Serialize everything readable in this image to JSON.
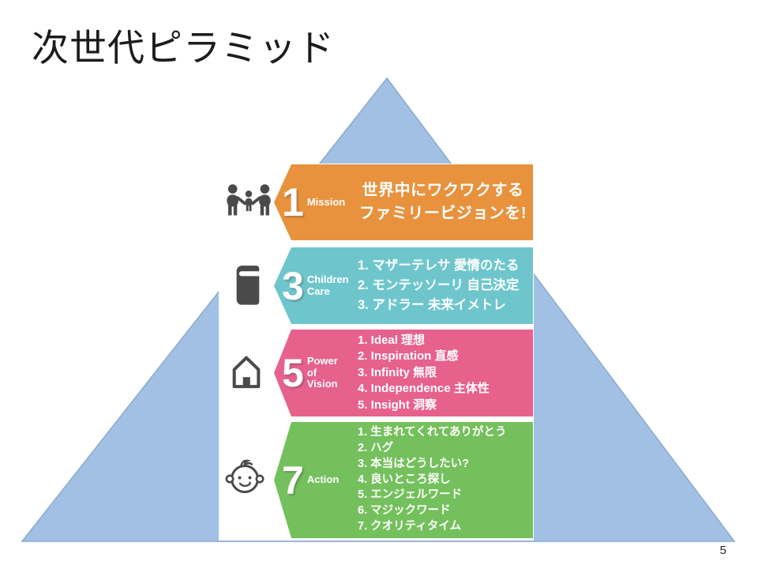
{
  "slide": {
    "title": "次世代ピラミッド",
    "page_number": "5"
  },
  "colors": {
    "pyramid_fill": "#A1C0E4",
    "pyramid_stroke": "#8BA9CE",
    "icon": "#4A4A4A",
    "orange": "#E8923E",
    "teal": "#6EC6CC",
    "pink": "#E7618D",
    "green": "#74C05D"
  },
  "rows": [
    {
      "number": "1",
      "label_lines": [
        "Mission"
      ],
      "icon": "family-icon",
      "color": "#E8923E",
      "text_lines": [
        "世界中にワクワクする",
        "ファミリービジョンを!"
      ]
    },
    {
      "number": "3",
      "label_lines": [
        "Children",
        "Care"
      ],
      "icon": "book-icon",
      "color": "#6EC6CC",
      "items": [
        "1. マザーテレサ 愛情のたる",
        "2. モンテッソーリ 自己決定",
        "3. アドラー 未来イメトレ"
      ]
    },
    {
      "number": "5",
      "label_lines": [
        "Power",
        "of",
        "Vision"
      ],
      "icon": "house-icon",
      "color": "#E7618D",
      "items": [
        "1. Ideal 理想",
        "2. Inspiration 直感",
        "3. Infinity 無限",
        "4. Independence 主体性",
        "5. Insight 洞察"
      ]
    },
    {
      "number": "7",
      "label_lines": [
        "Action"
      ],
      "icon": "baby-icon",
      "color": "#74C05D",
      "items": [
        "1. 生まれてくれてありがとう",
        "2. ハグ",
        "3. 本当はどうしたい?",
        "4. 良いところ探し",
        "5. エンジェルワード",
        "6. マジックワード",
        "7. クオリティタイム"
      ]
    }
  ]
}
